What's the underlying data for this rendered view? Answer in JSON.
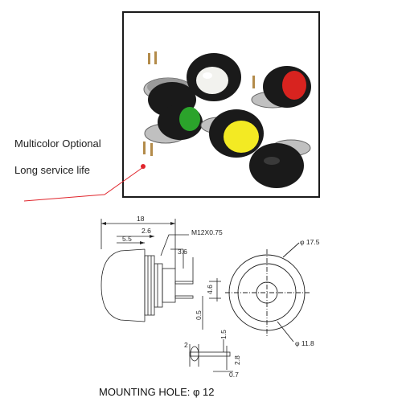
{
  "features": {
    "item1": "Multicolor Optional",
    "item2": "Long service life"
  },
  "buttons": [
    {
      "name": "black-button",
      "color": "#1c1c1c"
    },
    {
      "name": "white-button",
      "color": "#f2f2ee"
    },
    {
      "name": "red-button",
      "color": "#d8231f"
    },
    {
      "name": "green-button",
      "color": "#2ba32b"
    },
    {
      "name": "yellow-button",
      "color": "#f3ea23"
    }
  ],
  "callout_color": "#e0242b",
  "drawing": {
    "total_length": "18",
    "length_a": "2.6",
    "length_b": "5.5",
    "thread": "M12X0.75",
    "terminal_offset": "3.6",
    "pin_gap": "4.6",
    "pin_width": "0.5",
    "outer_diameter": "φ 17.5",
    "inner_diameter": "φ 11.8",
    "terminal_tab": "2",
    "terminal_hole": "1.5",
    "terminal_height": "2.8",
    "terminal_thickness": "0.7"
  },
  "mounting_hole": "MOUNTING HOLE: φ 12"
}
